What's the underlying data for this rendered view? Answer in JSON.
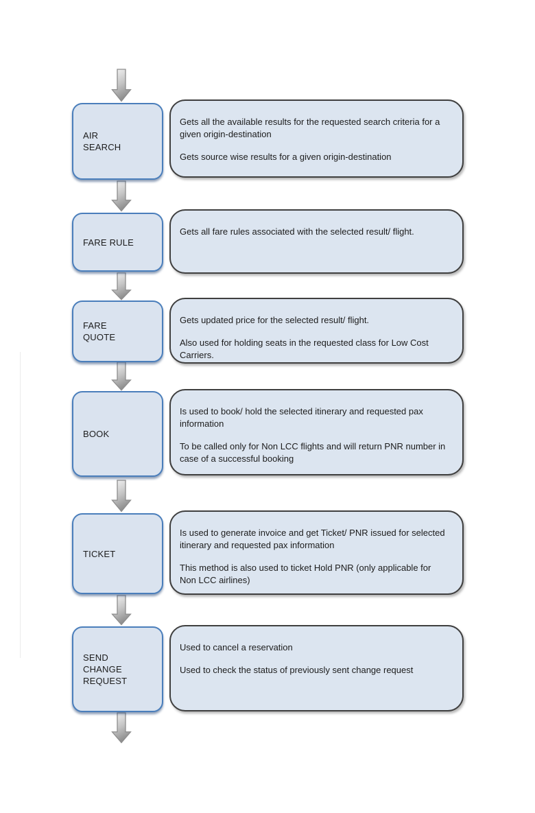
{
  "page": {
    "background": "#ffffff",
    "kind": "flowchart"
  },
  "colors": {
    "node_fill": "#dae3ef",
    "node_border": "#4a7ebb",
    "node_shadow": "#34527e",
    "desc_fill": "#dce5f0",
    "desc_border": "#3f3f3f",
    "arrow_fill_light": "#f6f6f6",
    "arrow_fill_dark": "#8e8e8e",
    "arrow_stroke": "#8d8d8d",
    "text": "#1c1c1c"
  },
  "flow": {
    "steps": [
      {
        "id": "air-search",
        "label": "AIR\nSEARCH",
        "descriptions": [
          "Gets all the available results for the requested search criteria for a given origin-destination",
          "Gets source wise results for a given origin-destination"
        ]
      },
      {
        "id": "fare-rule",
        "label": "FARE RULE",
        "descriptions": [
          "Gets all fare rules associated with the selected result/ flight."
        ]
      },
      {
        "id": "fare-quote",
        "label": "FARE\nQUOTE",
        "descriptions": [
          "Gets updated price for the selected result/ flight.",
          "Also used for holding seats in the requested class for Low Cost Carriers."
        ]
      },
      {
        "id": "book",
        "label": "BOOK",
        "descriptions": [
          "Is used to book/ hold the selected itinerary and requested pax information",
          "To be called only for Non LCC flights and will return PNR number in case of a successful booking"
        ]
      },
      {
        "id": "ticket",
        "label": "TICKET",
        "descriptions": [
          "Is used to generate invoice and get Ticket/ PNR issued for selected itinerary and requested pax information",
          "This method is also used to ticket Hold PNR (only applicable for Non LCC airlines)"
        ]
      },
      {
        "id": "send-change-request",
        "label": "SEND\nCHANGE\nREQUEST",
        "descriptions": [
          "Used to cancel a reservation",
          "Used to check the status of previously sent change request"
        ]
      }
    ]
  }
}
